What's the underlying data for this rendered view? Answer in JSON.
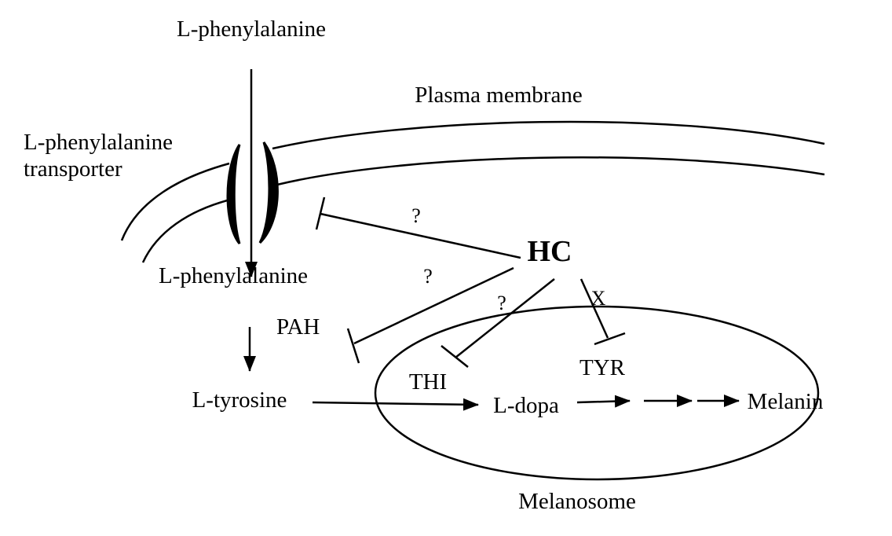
{
  "labels": {
    "top_substrate": "L-phenylalanine",
    "membrane": "Plasma membrane",
    "transporter_line1": "L-phenylalanine",
    "transporter_line2": "transporter",
    "inner_substrate": "L-phenylalanine",
    "pah": "PAH",
    "tyrosine": "L-tyrosine",
    "hc": "HC",
    "q1": "?",
    "q2": "?",
    "q3": "?",
    "x_mark": "X",
    "thi": "THI",
    "tyr": "TYR",
    "dopa": "L-dopa",
    "melanin": "Melanin",
    "melanosome": "Melanosome"
  },
  "colors": {
    "stroke": "#000000",
    "background": "#ffffff"
  }
}
